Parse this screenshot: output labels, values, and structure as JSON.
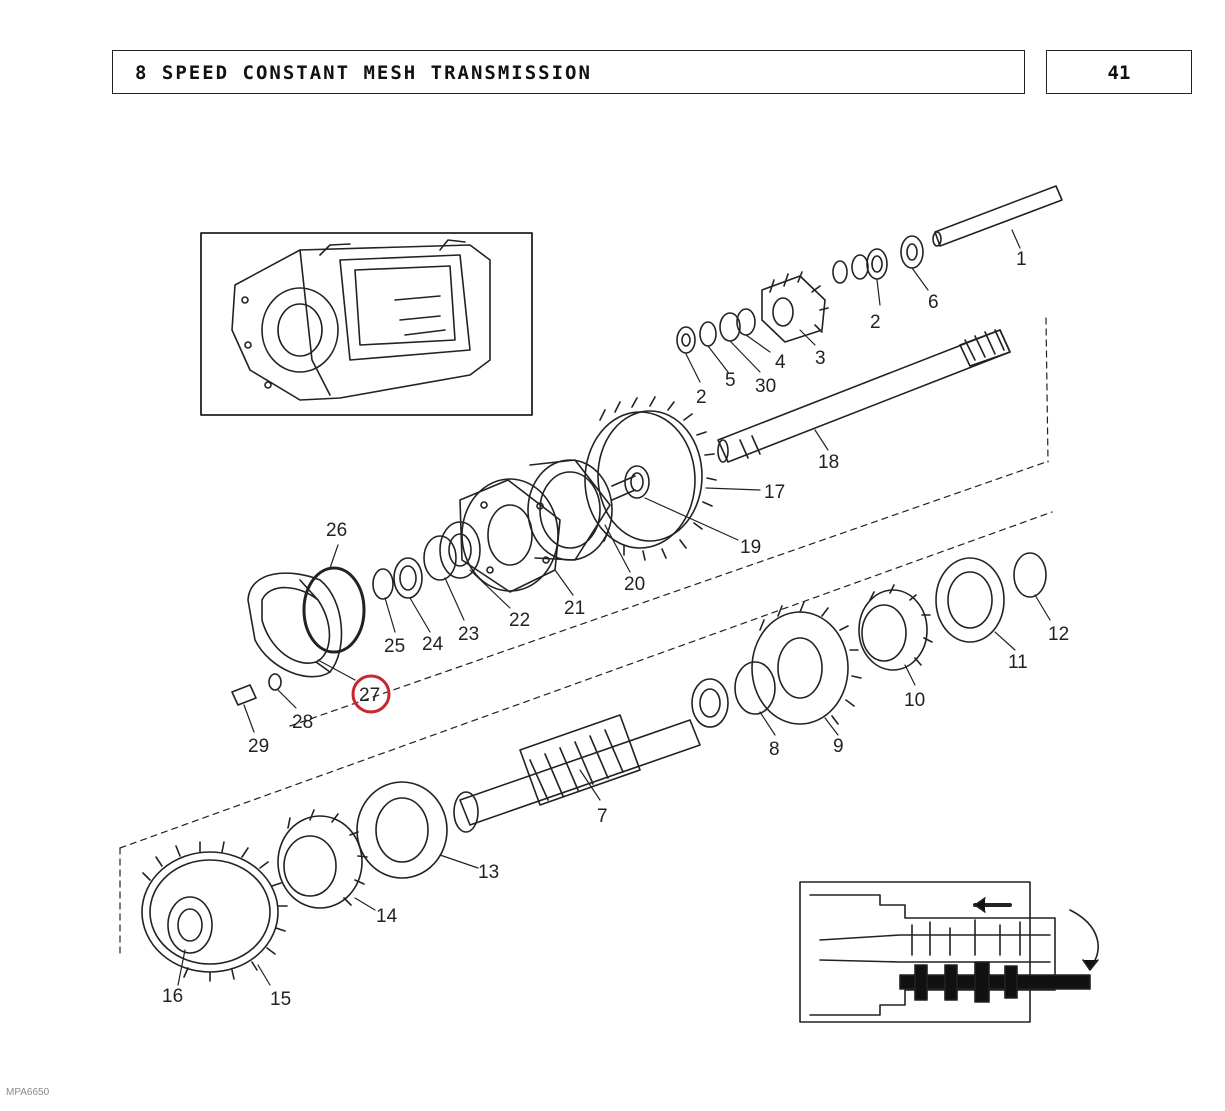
{
  "header": {
    "title": "8 SPEED CONSTANT MESH TRANSMISSION",
    "page_number": "41"
  },
  "highlighted_part": "27",
  "callouts": [
    "1",
    "2",
    "6",
    "2",
    "5",
    "30",
    "4",
    "3",
    "18",
    "17",
    "19",
    "20",
    "21",
    "22",
    "23",
    "24",
    "25",
    "26",
    "27",
    "28",
    "29",
    "12",
    "11",
    "10",
    "9",
    "8",
    "7",
    "13",
    "14",
    "15",
    "16"
  ],
  "footer": {
    "reference": "MPA6650"
  },
  "colors": {
    "line": "#222222",
    "highlight": "#c8282d"
  }
}
